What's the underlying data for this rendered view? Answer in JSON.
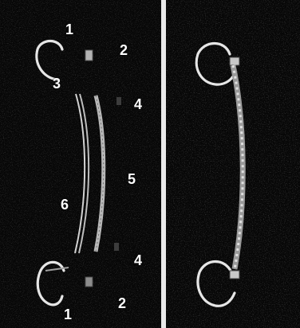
{
  "labels": {
    "l1_top": "1",
    "l2_top": "2",
    "l3": "3",
    "l4_top": "4",
    "l5": "5",
    "l6": "6",
    "l4_bottom": "4",
    "l2_bottom": "2",
    "l1_bottom": "1"
  },
  "colors": {
    "background": "#070707",
    "grain": "#9c9c9c",
    "wire": "#e6e6e6",
    "divider": "#e9e9e9",
    "label": "#ffffff"
  }
}
